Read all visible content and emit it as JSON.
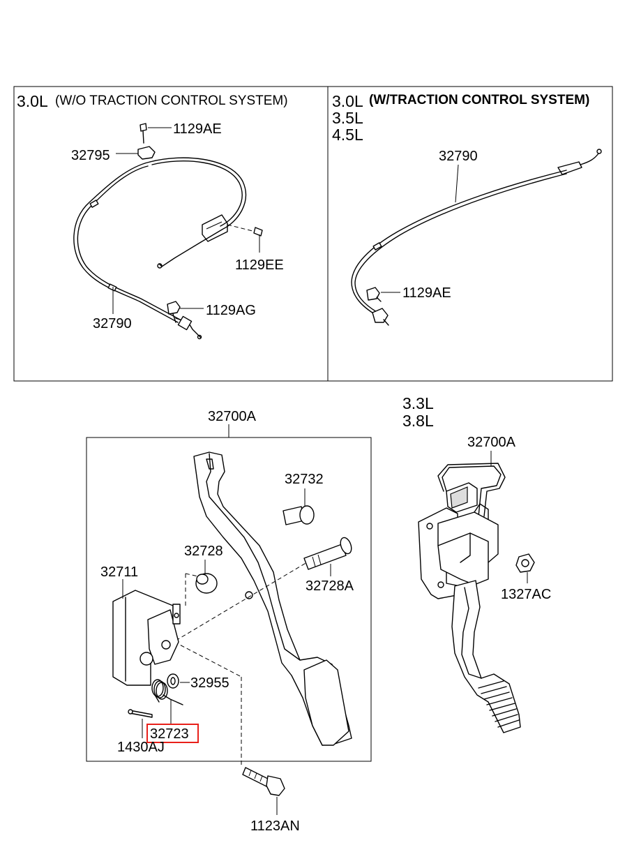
{
  "top_left_panel": {
    "engine": "3.0L",
    "system": "(W/O TRACTION CONTROL SYSTEM)",
    "labels": {
      "bolt_top": "1129AE",
      "clip": "32795",
      "bolt_right": "1129EE",
      "bolt_bottom": "1129AG",
      "cable": "32790"
    }
  },
  "top_right_panel": {
    "engine_1": "3.0L",
    "system": "(W/TRACTION CONTROL SYSTEM)",
    "engine_2": "3.5L",
    "engine_3": "4.5L",
    "labels": {
      "cable": "32790",
      "bolt": "1129AE"
    }
  },
  "bottom_left_panel": {
    "assembly": "32700A",
    "labels": {
      "bolt_32732": "32732",
      "stopper_32728": "32728",
      "bracket_32711": "32711",
      "shaft_32728A": "32728A",
      "washer_32955": "32955",
      "spring_32723": "32723",
      "pin_1430AJ": "1430AJ",
      "bolt_1123AN": "1123AN"
    },
    "highlighted": "32723",
    "highlight_color": "#e8201a"
  },
  "bottom_right_panel": {
    "engine_1": "3.3L",
    "engine_2": "3.8L",
    "assembly": "32700A",
    "nut": "1327AC"
  }
}
